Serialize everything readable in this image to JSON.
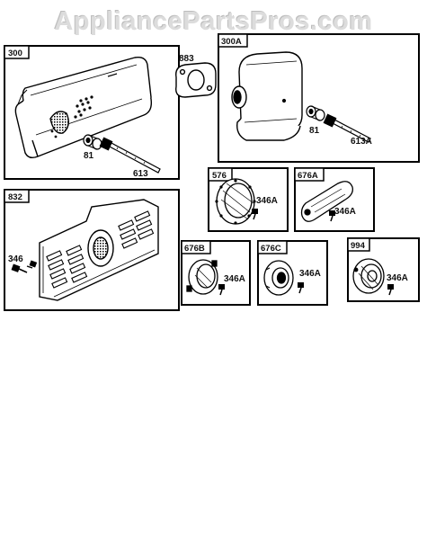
{
  "watermark": "AppliancePartsPros.com",
  "panels": [
    {
      "id": "300",
      "parts": [
        "81",
        "613"
      ]
    },
    {
      "id": "300A",
      "parts": [
        "81",
        "613A"
      ]
    },
    {
      "id": "832",
      "parts": [
        "346"
      ]
    },
    {
      "id": "576",
      "parts": [
        "346A"
      ]
    },
    {
      "id": "676A",
      "parts": [
        "346A"
      ]
    },
    {
      "id": "676B",
      "parts": [
        "346A"
      ]
    },
    {
      "id": "676C",
      "parts": [
        "346A"
      ]
    },
    {
      "id": "994",
      "parts": [
        "346A"
      ]
    }
  ],
  "loose_parts": [
    "883"
  ]
}
